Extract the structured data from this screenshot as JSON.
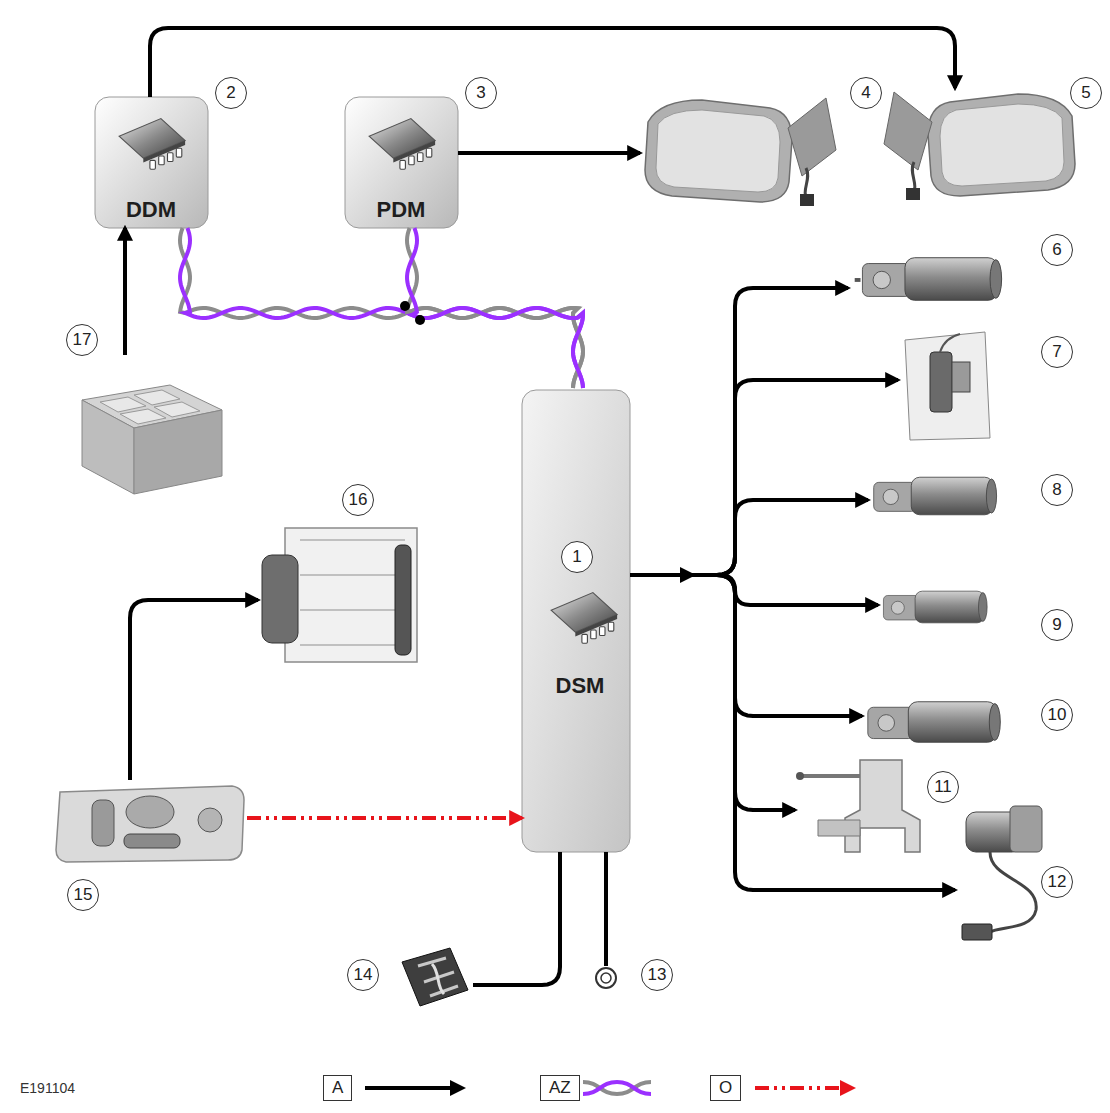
{
  "diagram": {
    "nodes": [
      {
        "text": [
          "DDM",
          "2"
        ]
      },
      {
        "text": [
          "PDM",
          "3"
        ]
      },
      {
        "text": [
          "4"
        ]
      },
      {
        "text": [
          "5"
        ]
      },
      {
        "text": [
          "6"
        ]
      },
      {
        "text": [
          "7"
        ]
      },
      {
        "text": [
          "17"
        ]
      },
      {
        "text": [
          "8"
        ]
      },
      {
        "text": [
          "1",
          "DSM"
        ]
      },
      {
        "text": [
          "9"
        ]
      },
      {
        "text": [
          "16"
        ]
      },
      {
        "text": [
          "10"
        ]
      },
      {
        "text": [
          "11"
        ]
      },
      {
        "text": [
          "15"
        ]
      },
      {
        "text": [
          "12"
        ]
      },
      {
        "text": [
          "14"
        ]
      },
      {
        "text": [
          "13"
        ]
      }
    ],
    "edges": [
      {
        "from": 6,
        "to": 0,
        "arrow": "to"
      },
      {
        "from": 0,
        "to": 3,
        "arrow": "to"
      },
      {
        "from": 1,
        "to": 2,
        "arrow": "to"
      },
      {
        "from": 0,
        "to": 8,
        "arrow": "none"
      },
      {
        "from": 1,
        "to": 8,
        "arrow": "none"
      },
      {
        "from": 8,
        "to": 4,
        "arrow": "to"
      },
      {
        "from": 8,
        "to": 5,
        "arrow": "to"
      },
      {
        "from": 8,
        "to": 7,
        "arrow": "to"
      },
      {
        "from": 8,
        "to": 9,
        "arrow": "to"
      },
      {
        "from": 8,
        "to": 11,
        "arrow": "to"
      },
      {
        "from": 8,
        "to": 12,
        "arrow": "to"
      },
      {
        "from": 8,
        "to": 14,
        "arrow": "to"
      },
      {
        "from": 13,
        "to": 10,
        "arrow": "to"
      },
      {
        "from": 13,
        "to": 8,
        "arrow": "to"
      },
      {
        "from": 15,
        "to": 8,
        "arrow": "none"
      },
      {
        "from": 16,
        "to": 8,
        "arrow": "none"
      }
    ],
    "labels": [
      "E191104"
    ],
    "legend": [
      {
        "text": "A"
      },
      {
        "text": "AZ"
      },
      {
        "text": "O"
      }
    ]
  }
}
